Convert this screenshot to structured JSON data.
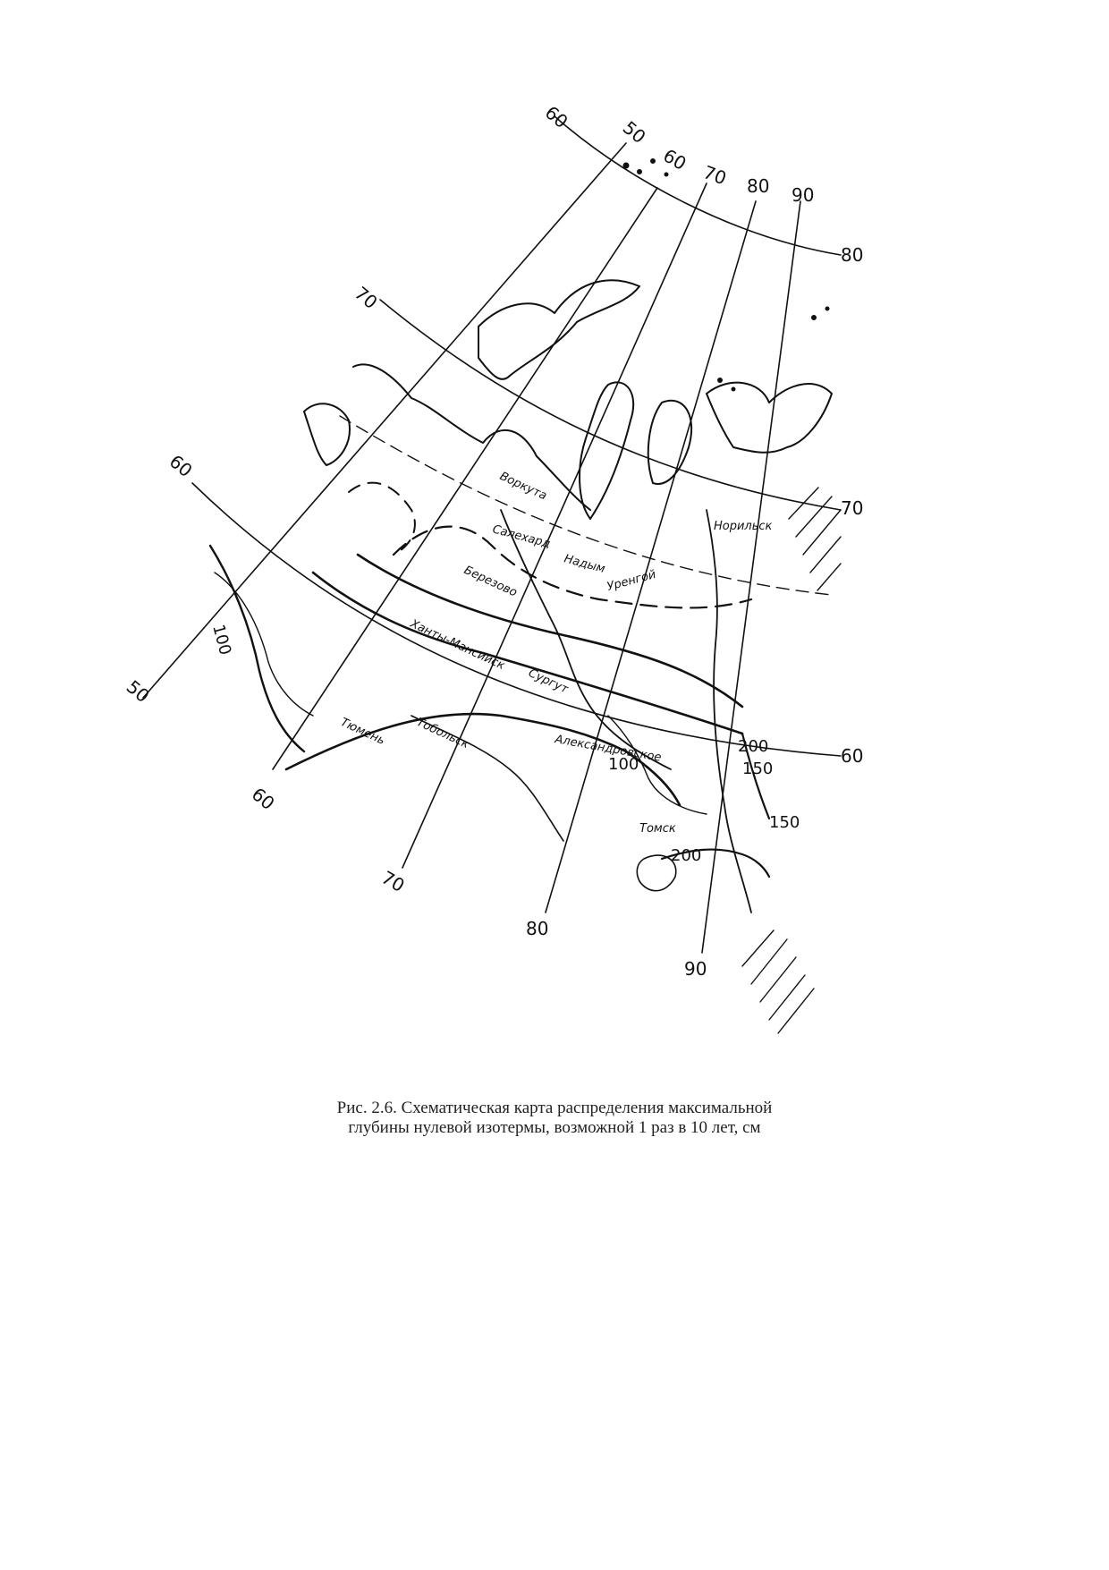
{
  "caption": {
    "line1": "Рис. 2.6. Схематическая карта распределения максимальной",
    "line2": "глубины нулевой изотермы, возможной 1 раз в 10 лет, см"
  },
  "map": {
    "meridian_labels": [
      "50",
      "60",
      "70",
      "80",
      "90"
    ],
    "meridian_labels_bottom": [
      "60",
      "70",
      "80",
      "90"
    ],
    "parallel_labels": [
      "80",
      "70",
      "60"
    ],
    "parallel_labels_left": [
      "70",
      "60",
      "50"
    ],
    "cities": [
      "Воркута",
      "Салехард",
      "Надым",
      "Уренгой",
      "Березово",
      "Норильск",
      "Ханты-Мансийск",
      "Сургут",
      "Тюмень",
      "Тобольск",
      "Александровское",
      "Томск"
    ],
    "isoline_labels": [
      "100",
      "100",
      "200",
      "150",
      "150",
      "200"
    ],
    "line_color": "#111111"
  }
}
